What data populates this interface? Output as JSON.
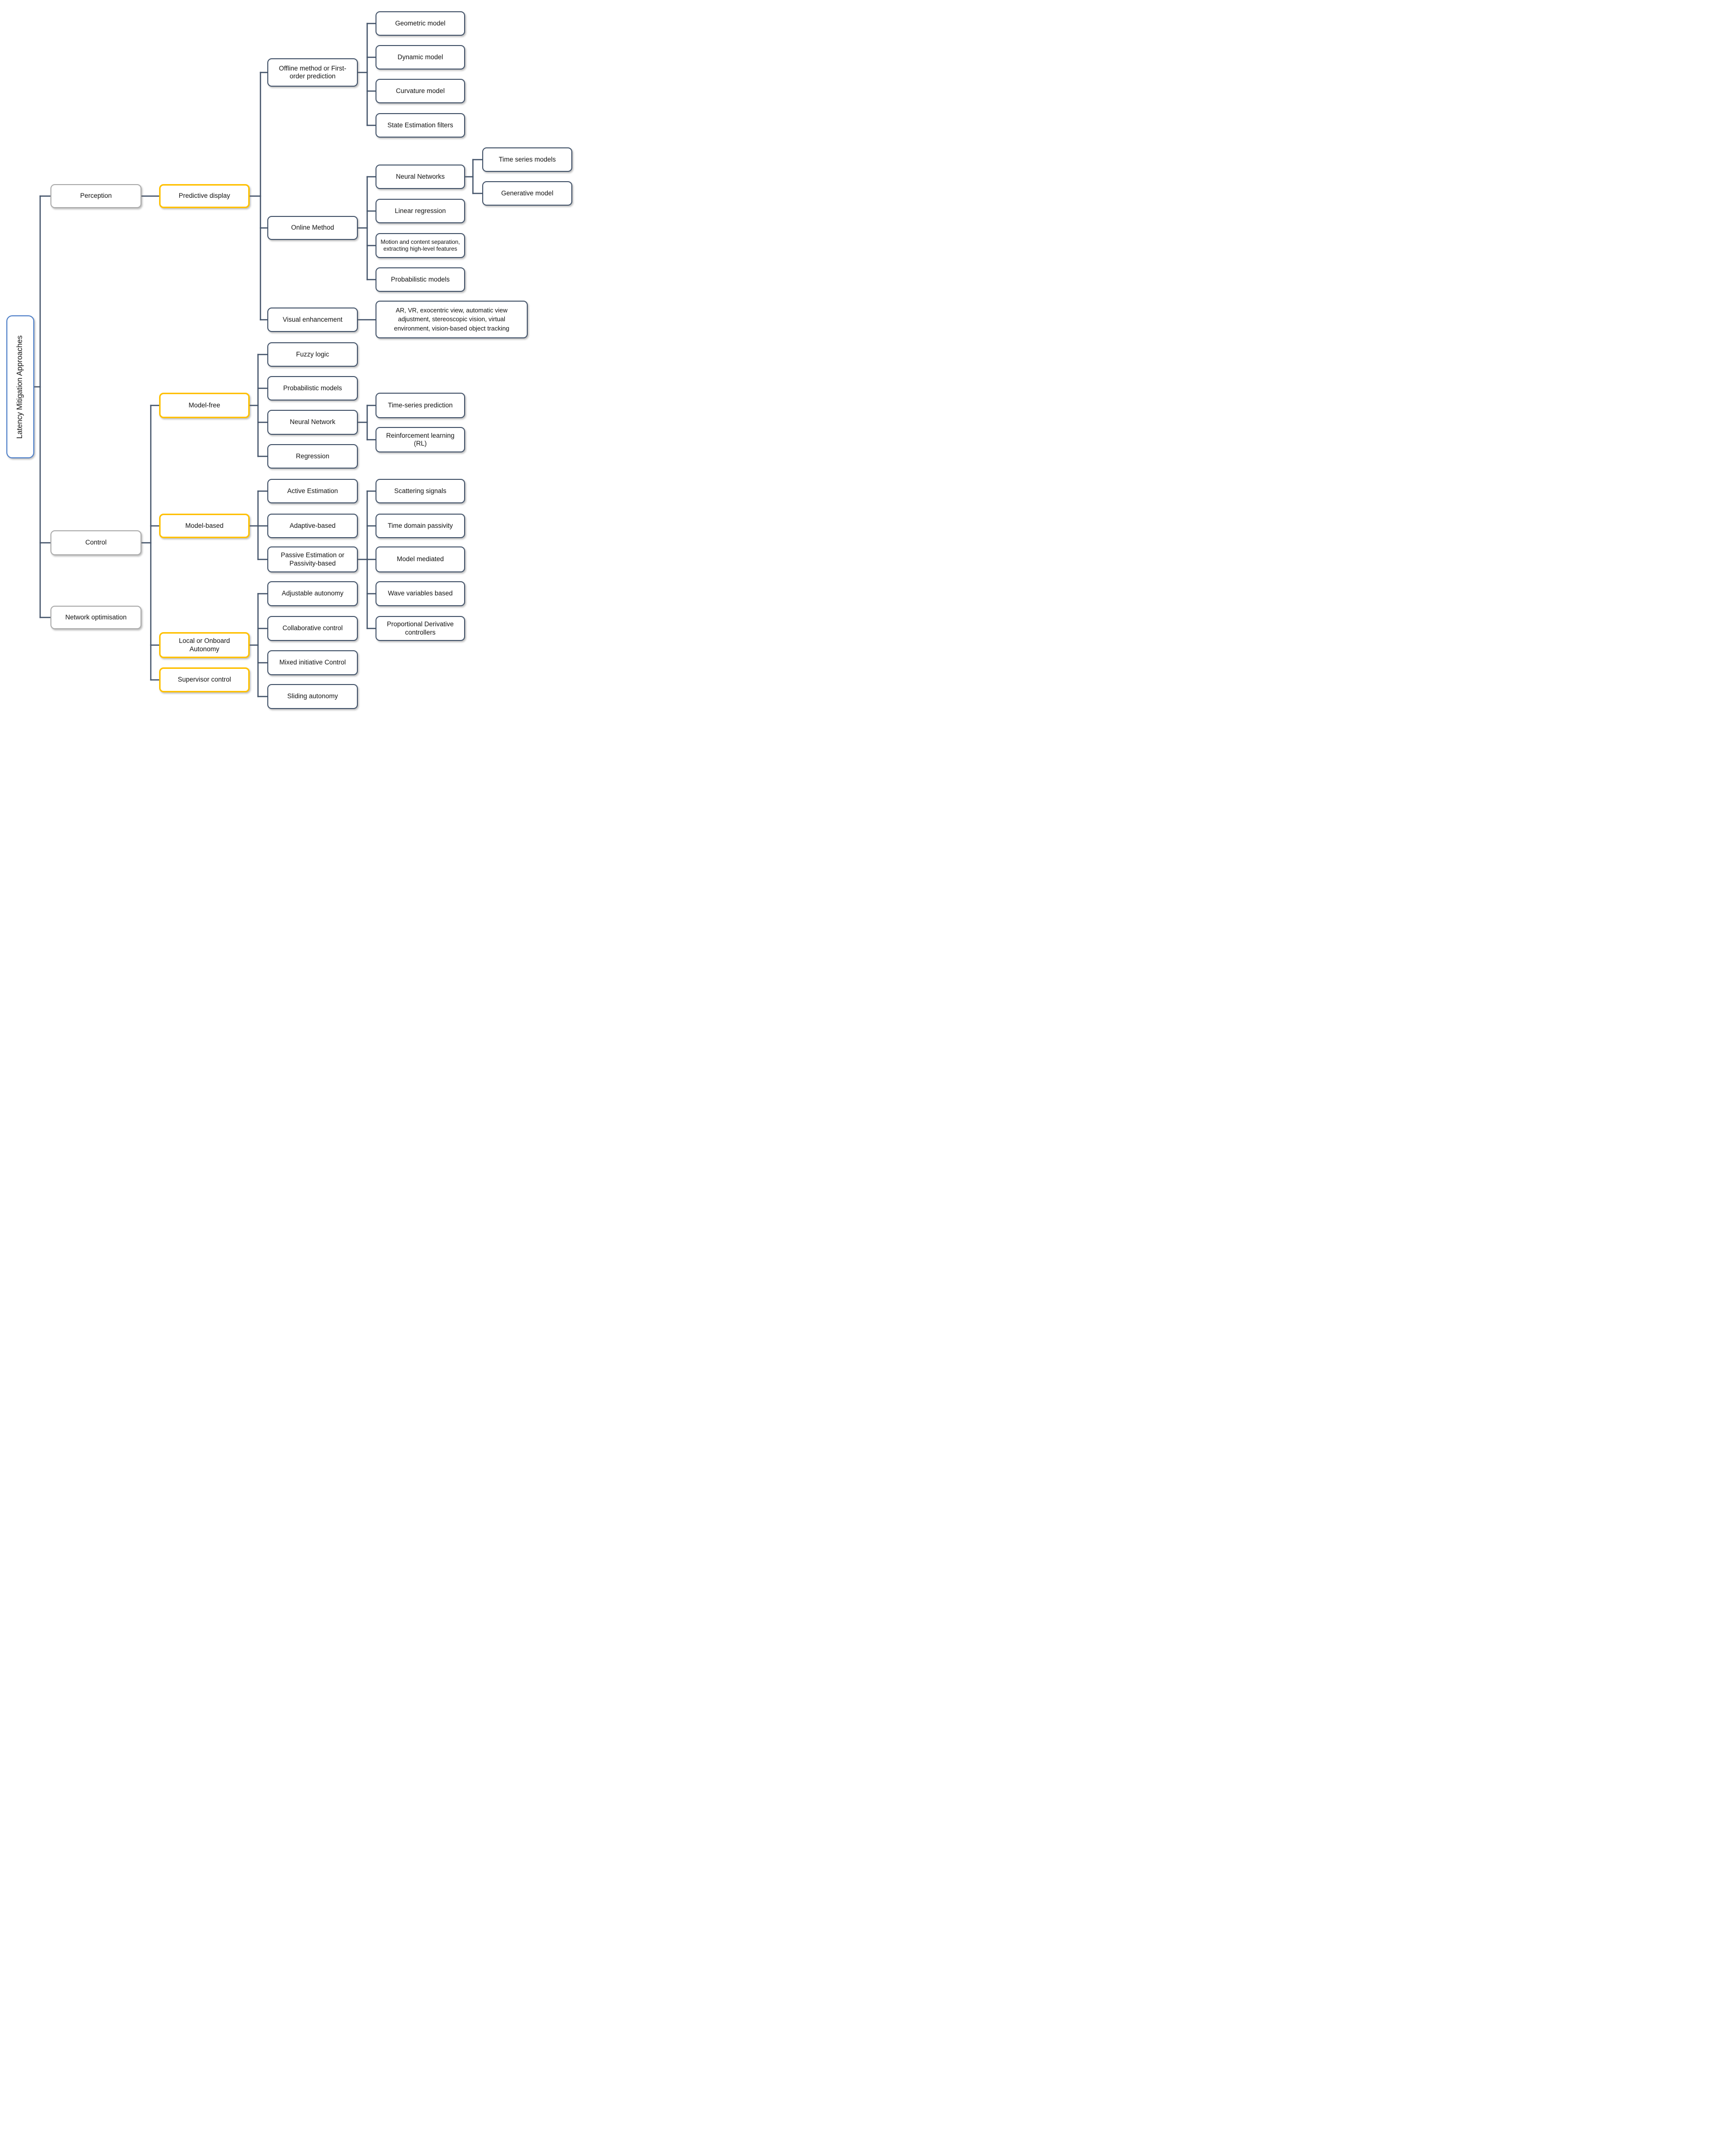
{
  "tree": {
    "label": "Latency Mitigation Approaches",
    "children": [
      {
        "label": "Perception",
        "children": [
          {
            "label": "Predictive display",
            "children": [
              {
                "label": "Offline method or First-order prediction",
                "children": [
                  {
                    "label": "Geometric model"
                  },
                  {
                    "label": "Dynamic model"
                  },
                  {
                    "label": "Curvature model"
                  },
                  {
                    "label": "State Estimation filters"
                  }
                ]
              },
              {
                "label": "Online Method",
                "children": [
                  {
                    "label": "Neural Networks",
                    "children": [
                      {
                        "label": "Time series models"
                      },
                      {
                        "label": "Generative model"
                      }
                    ]
                  },
                  {
                    "label": "Linear regression"
                  },
                  {
                    "label": "Motion and content separation, extracting high-level features"
                  },
                  {
                    "label": "Probabilistic models"
                  }
                ]
              },
              {
                "label": "Visual enhancement",
                "children": [
                  {
                    "label": "AR, VR, exocentric view, automatic view adjustment, stereoscopic vision, virtual environment, vision-based object tracking"
                  }
                ]
              }
            ]
          }
        ]
      },
      {
        "label": "Control",
        "children": [
          {
            "label": "Model-free",
            "children": [
              {
                "label": "Fuzzy logic"
              },
              {
                "label": "Probabilistic models"
              },
              {
                "label": "Neural Network",
                "children": [
                  {
                    "label": "Time-series prediction"
                  },
                  {
                    "label": "Reinforcement learning (RL)"
                  }
                ]
              },
              {
                "label": "Regression"
              }
            ]
          },
          {
            "label": "Model-based",
            "children": [
              {
                "label": "Active Estimation"
              },
              {
                "label": "Adaptive-based"
              },
              {
                "label": "Passive Estimation or Passivity-based",
                "children": [
                  {
                    "label": "Scattering signals"
                  },
                  {
                    "label": "Time domain passivity"
                  },
                  {
                    "label": "Model mediated"
                  },
                  {
                    "label": "Wave variables based"
                  },
                  {
                    "label": "Proportional Derivative controllers"
                  }
                ]
              }
            ]
          },
          {
            "label": "Local or Onboard Autonomy",
            "children": [
              {
                "label": "Adjustable autonomy"
              },
              {
                "label": "Collaborative control"
              },
              {
                "label": "Mixed initiative Control"
              },
              {
                "label": "Sliding autonomy"
              }
            ]
          },
          {
            "label": "Supervisor control"
          }
        ]
      },
      {
        "label": "Network optimisation"
      }
    ]
  },
  "colors": {
    "root_border": "#4A7CC7",
    "level1_border": "#ABABAB",
    "level2_border": "#FFC000",
    "level3_border": "#44546A",
    "connector": "#44546A",
    "box_fill": "#FFFFFF",
    "text": "#111111"
  }
}
